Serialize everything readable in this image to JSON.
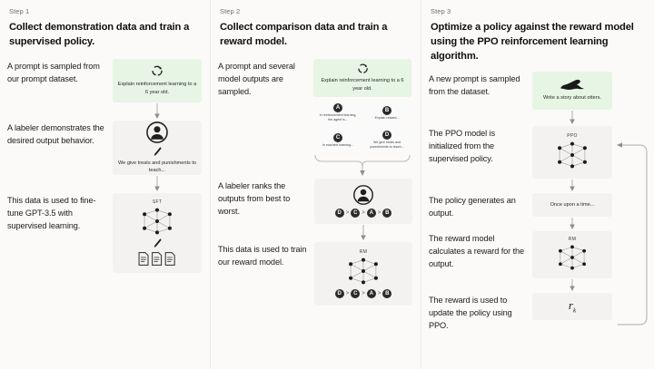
{
  "colors": {
    "green_panel": "#e6f5e4",
    "grey_panel": "#f3f2f0",
    "background": "#fbfaf8",
    "ink": "#1a1a1a"
  },
  "step1": {
    "step_label": "Step 1",
    "title": "Collect demonstration data and train a supervised policy.",
    "captions": {
      "prompt": "A prompt is sampled from our prompt dataset.",
      "labeler": "A labeler demonstrates the desired output behavior.",
      "finetune": "This data is used to fine-tune GPT-3.5 with supervised learning."
    },
    "prompt_box": {
      "icon": "recycle-icon",
      "text": "Explain reinforcement learning to a 6 year old."
    },
    "labeler_box": {
      "icon": "person-icon",
      "text": "We give treats and punishments to teach..."
    },
    "sft_box": {
      "tag": "SFT",
      "icon": "neural-network-icon",
      "docs_icon": "documents-icon"
    }
  },
  "step2": {
    "step_label": "Step 2",
    "title": "Collect comparison data and train a reward model.",
    "captions": {
      "prompt": "A prompt and several model outputs are sampled.",
      "rank": "A labeler ranks the outputs from best to worst.",
      "train": "This data is used to train our reward model."
    },
    "prompt_box": {
      "icon": "recycle-icon",
      "text": "Explain reinforcement learning to a 6 year old."
    },
    "outputs": [
      {
        "badge": "A",
        "text": "In reinforcement learning, the agent is..."
      },
      {
        "badge": "B",
        "text": "Explain reward..."
      },
      {
        "badge": "C",
        "text": "In machine learning..."
      },
      {
        "badge": "D",
        "text": "We give treats and punishments to teach..."
      }
    ],
    "labeler_box": {
      "icon": "person-icon"
    },
    "ranking": [
      "D",
      "C",
      "A",
      "B"
    ],
    "rm_box": {
      "tag": "RM",
      "icon": "neural-network-icon"
    },
    "rm_ranking": [
      "D",
      "C",
      "A",
      "B"
    ]
  },
  "step3": {
    "step_label": "Step 3",
    "title": "Optimize a policy against the reward model using the PPO reinforcement learning algorithm.",
    "captions": {
      "prompt": "A new prompt is sampled from the dataset.",
      "init": "The PPO model is initialized from the supervised policy.",
      "generate": "The policy generates an output.",
      "reward": "The reward model calculates a reward for the output.",
      "update": "The reward is used to update the policy using PPO."
    },
    "prompt_box": {
      "icon": "otter-icon",
      "text": "Write a story about otters."
    },
    "ppo_box": {
      "tag": "PPO",
      "icon": "neural-network-icon"
    },
    "output_box": {
      "text": "Once upon a time..."
    },
    "rm_box": {
      "tag": "RM",
      "icon": "neural-network-icon"
    },
    "reward_box": {
      "symbol": "r",
      "subscript": "k",
      "icon": "reward-symbol"
    },
    "loop_arrow": "feedback-loop-arrow"
  }
}
